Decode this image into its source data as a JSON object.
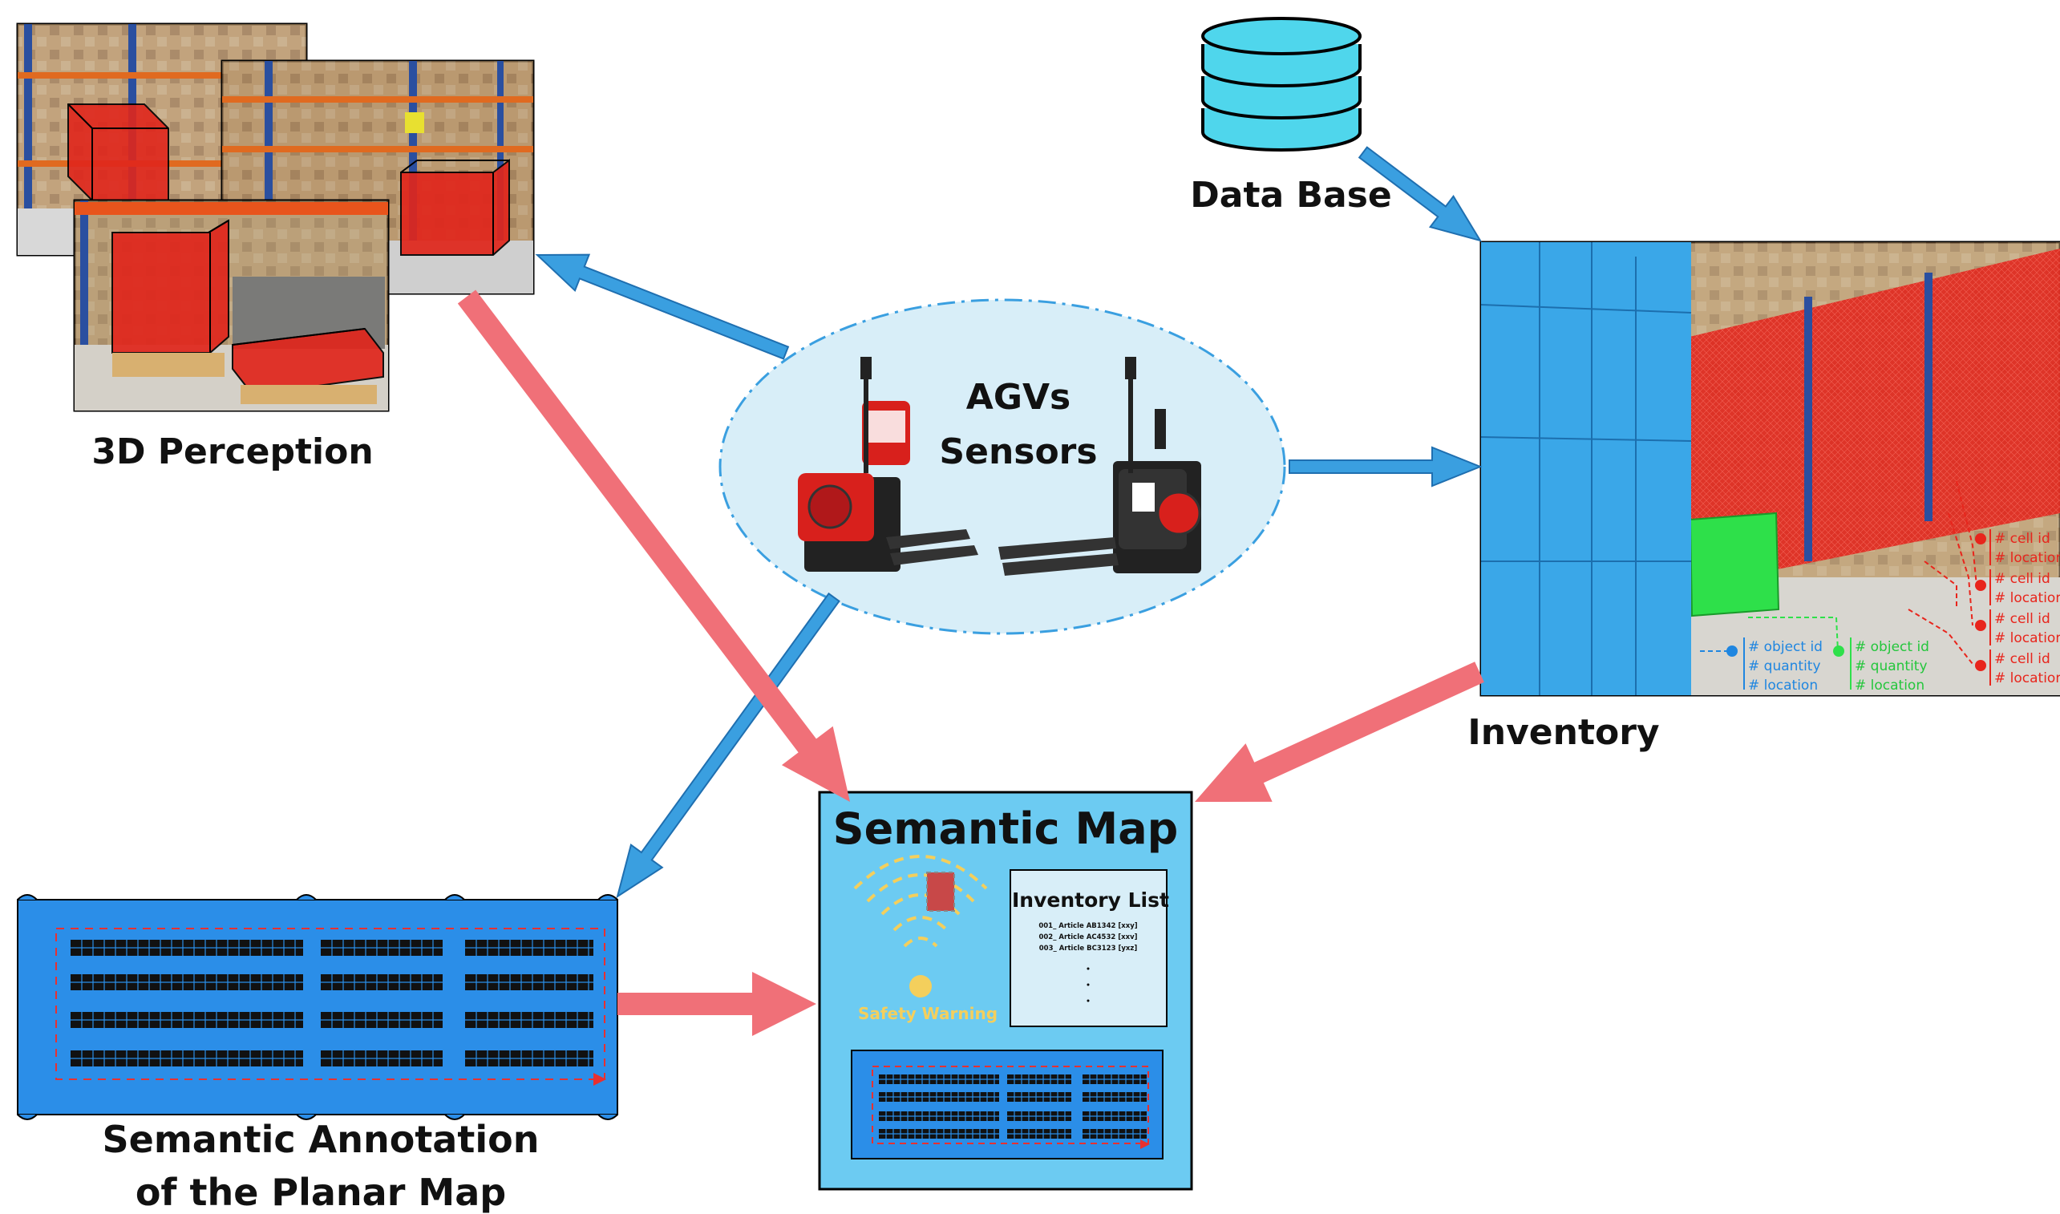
{
  "nodes": {
    "perception": {
      "label": "3D Perception"
    },
    "database": {
      "label": "Data Base"
    },
    "agvs": {
      "line1": "AGVs",
      "line2": "Sensors"
    },
    "inventory": {
      "label": "Inventory",
      "tags_blue": [
        "# object id",
        "# quantity",
        "# location"
      ],
      "tags_green": [
        "# object id",
        "# quantity",
        "# location"
      ],
      "tags_red": [
        [
          "# cell id",
          "# location"
        ],
        [
          "# cell id",
          "# location"
        ],
        [
          "# cell id",
          "# location"
        ],
        [
          "# cell id",
          "# location"
        ]
      ]
    },
    "planar": {
      "line1": "Semantic Annotation",
      "line2": "of the Planar Map"
    },
    "semantic_map": {
      "title": "Semantic Map",
      "safety": "Safety Warning",
      "inventory_list": {
        "title": "Inventory List",
        "items": [
          "001_ Article AB1342 [xxy]",
          "002_ Article AC4532 [xxv]",
          "003_ Article BC3123 [yxz]"
        ]
      }
    }
  },
  "colors": {
    "blue_arrow": "#3a9fe0",
    "red_arrow": "#f07078",
    "map_blue": "#2b8ee8",
    "inventory_blue": "#3aa7e8",
    "highlight_red": "#e8251c",
    "highlight_green": "#2ee04a",
    "agv_ellipse": "#d8eef8"
  }
}
